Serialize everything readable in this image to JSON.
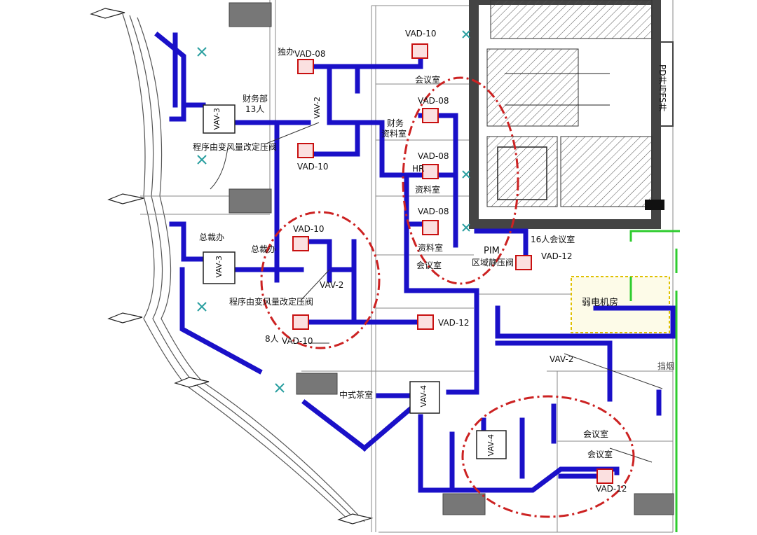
{
  "rooms": {
    "finance": "财务部",
    "finance_people": "13人",
    "independent_office": "独办",
    "meeting_top": "会议室",
    "finance_archive_1": "财务",
    "finance_archive_2": "资料室",
    "hr_archive": "资料室",
    "archive_2": "资料室",
    "president_office": "总裁办",
    "president_room": "总裁办",
    "meeting_mid": "会议室",
    "meeting_16": "16人会议室",
    "pim": "PIM",
    "static_valve_zone": "区域静压阀",
    "weak_current": "弱电机房",
    "people_8": "8人",
    "chinese_tea": "中式茶室",
    "meeting_lower": "会议室",
    "meeting_bottom": "会议室",
    "pd_shaft": "PD井与FS井",
    "hr": "HR",
    "block": "挡烟"
  },
  "equipment": {
    "vav3_top": "VAV-3",
    "vav3_mid": "VAV-3",
    "vav2_a": "VAV-2",
    "vav2_b": "VAV-2",
    "vav2_c": "VAV-2",
    "vav4_a": "VAV-4",
    "vav4_b": "VAV-4",
    "vad10_top": "VAD-10",
    "vad08_a": "VAD-08",
    "vad10_b": "VAD-10",
    "vad08_b": "VAD-08",
    "vad08_c": "VAD-08",
    "vad08_d": "VAD-08",
    "vad10_c": "VAD-10",
    "vad10_d": "VAD-10",
    "vad12_a": "VAD-12",
    "vad12_b": "VAD-12",
    "vad12_c": "VAD-12"
  },
  "notes": {
    "pressure_valve_top": "程序由变风量改定压阀",
    "pressure_valve_mid": "程序由变风量改定压阀"
  },
  "colors": {
    "duct": "#1a10c8",
    "highlight": "#cc2222",
    "wall": "#4a4a4a",
    "shaft_fill": "#777777",
    "pipe_green": "#2ecc2e"
  }
}
